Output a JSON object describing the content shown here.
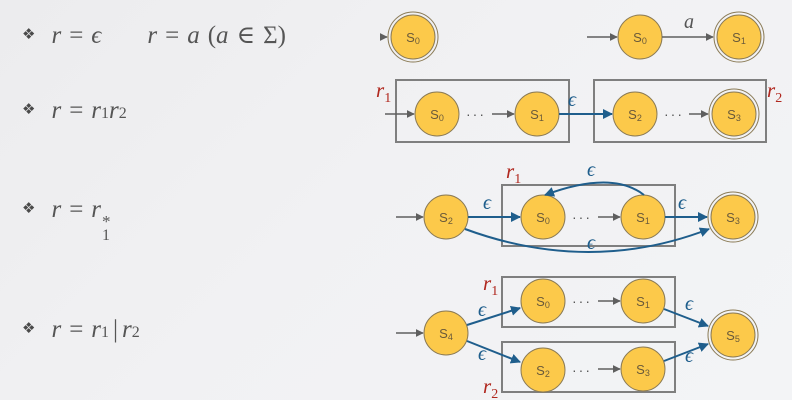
{
  "colors": {
    "node_fill": "#fcc94a",
    "node_stroke": "#8a7a55",
    "gray_arrow": "#5f5f5f",
    "epsilon_arrow": "#1f5e8c",
    "box_stroke": "#7f7f7f",
    "region_label": "#b0271e"
  },
  "rules": [
    {
      "bullet": "❖",
      "lhs": "r",
      "eq": "=",
      "rhs": "ϵ",
      "second_lhs": "r",
      "second_eq": "=",
      "second_rhs": "a",
      "second_cond_open": "(",
      "second_cond_var": "a",
      "second_cond_in": "∈",
      "second_cond_set": "Σ",
      "second_cond_close": ")"
    },
    {
      "bullet": "❖",
      "lhs": "r",
      "eq": "=",
      "r1": "r",
      "r1_sub": "1",
      "r2": "r",
      "r2_sub": "2"
    },
    {
      "bullet": "❖",
      "lhs": "r",
      "eq": "=",
      "r1": "r",
      "r1_sub": "1",
      "star": "*"
    },
    {
      "bullet": "❖",
      "lhs": "r",
      "eq": "=",
      "r1": "r",
      "r1_sub": "1",
      "bar": "|",
      "r2": "r",
      "r2_sub": "2"
    }
  ],
  "diagrams": {
    "epsilon": {
      "nodes": [
        {
          "id": "s0",
          "name": "s",
          "sub": "0",
          "accepting": true
        }
      ]
    },
    "symbol": {
      "nodes": [
        {
          "id": "s0",
          "name": "s",
          "sub": "0",
          "accepting": false
        },
        {
          "id": "s1",
          "name": "s",
          "sub": "1",
          "accepting": true
        }
      ],
      "edge_label": "a"
    },
    "concat": {
      "nodes": [
        {
          "id": "s0",
          "name": "s",
          "sub": "0",
          "accepting": false
        },
        {
          "id": "s1",
          "name": "s",
          "sub": "1",
          "accepting": false
        },
        {
          "id": "s2",
          "name": "s",
          "sub": "2",
          "accepting": false
        },
        {
          "id": "s3",
          "name": "s",
          "sub": "3",
          "accepting": true
        }
      ],
      "edge_label": "ϵ",
      "box1_label": "r",
      "box1_sub": "1",
      "box2_label": "r",
      "box2_sub": "2",
      "dots": "···"
    },
    "star": {
      "nodes": [
        {
          "id": "s2",
          "name": "s",
          "sub": "2",
          "accepting": false
        },
        {
          "id": "s0",
          "name": "s",
          "sub": "0",
          "accepting": false
        },
        {
          "id": "s1",
          "name": "s",
          "sub": "1",
          "accepting": false
        },
        {
          "id": "s3",
          "name": "s",
          "sub": "3",
          "accepting": true
        }
      ],
      "edge_labels": [
        "ϵ",
        "ϵ",
        "ϵ",
        "ϵ"
      ],
      "box_label": "r",
      "box_sub": "1",
      "dots": "···"
    },
    "union": {
      "nodes": [
        {
          "id": "s4",
          "name": "s",
          "sub": "4",
          "accepting": false
        },
        {
          "id": "s0",
          "name": "s",
          "sub": "0",
          "accepting": false
        },
        {
          "id": "s1",
          "name": "s",
          "sub": "1",
          "accepting": false
        },
        {
          "id": "s2",
          "name": "s",
          "sub": "2",
          "accepting": false
        },
        {
          "id": "s3",
          "name": "s",
          "sub": "3",
          "accepting": false
        },
        {
          "id": "s5",
          "name": "s",
          "sub": "5",
          "accepting": true
        }
      ],
      "edge_labels": [
        "ϵ",
        "ϵ",
        "ϵ",
        "ϵ"
      ],
      "box1_label": "r",
      "box1_sub": "1",
      "box2_label": "r",
      "box2_sub": "2",
      "dots": "···"
    }
  }
}
